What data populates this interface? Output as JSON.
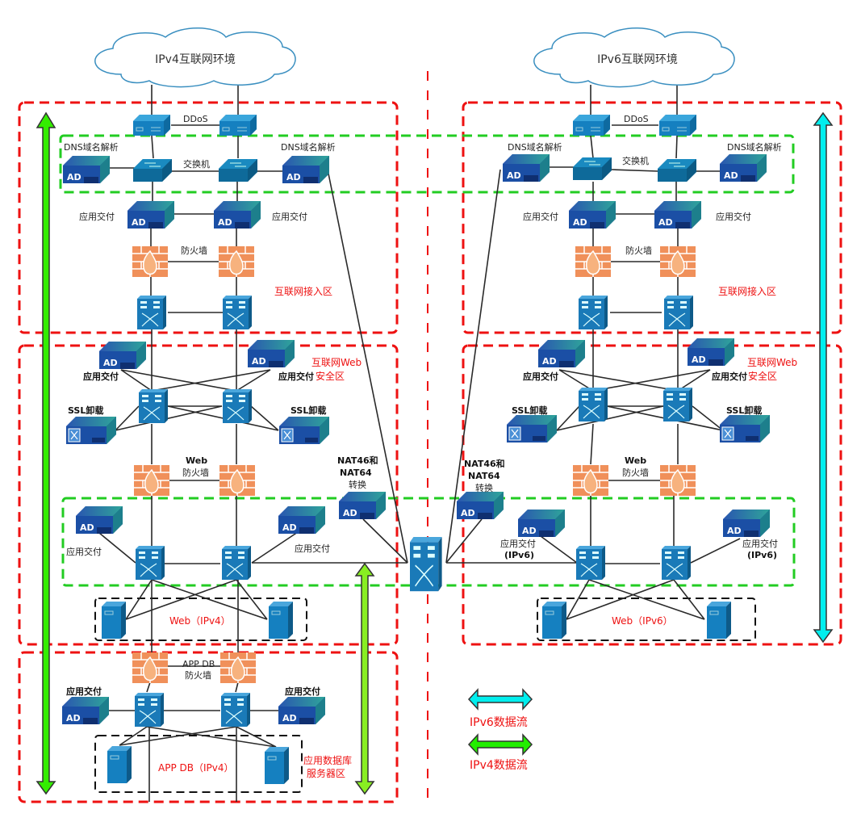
{
  "clouds": {
    "ipv4": "IPv4互联网环境",
    "ipv6": "IPv6互联网环境"
  },
  "labels": {
    "ddos": "DDoS",
    "dns": "DNS域名解析",
    "switch": "交换机",
    "app_delivery": "应用交付",
    "firewall": "防火墙",
    "ssl_offload": "SSL卸载",
    "web": "Web",
    "web_firewall": "防火墙",
    "nat_line1": "NAT46和",
    "nat_line2": "NAT64",
    "nat_line3": "转换",
    "app_delivery_v6": "应用交付",
    "ipv6_paren": "(IPv6)",
    "app_db_fw_line1": "APP DB",
    "app_db_fw_line2": "防火墙",
    "ad_text": "AD"
  },
  "zones": {
    "internet_access": "互联网接入区",
    "web_security_line1": "互联网Web",
    "web_security_line2": "安全区",
    "web_ipv4": "Web（IPv4）",
    "web_ipv6": "Web（IPv6）",
    "app_db": "APP DB（IPv4）",
    "db_zone_line1": "应用数据库",
    "db_zone_line2": "服务器区"
  },
  "legend": {
    "ipv6_flow": "IPv6数据流",
    "ipv4_flow": "IPv4数据流"
  },
  "colors": {
    "zone_border": "#ee1111",
    "dmz_border": "#22cc22",
    "server_border": "#111111",
    "ipv4_arrow": "#33ee00",
    "ipv6_arrow": "#00eeee",
    "firewall": "#f0905a",
    "switch": "#1a7ab8",
    "ad": "#1b4fa5"
  }
}
